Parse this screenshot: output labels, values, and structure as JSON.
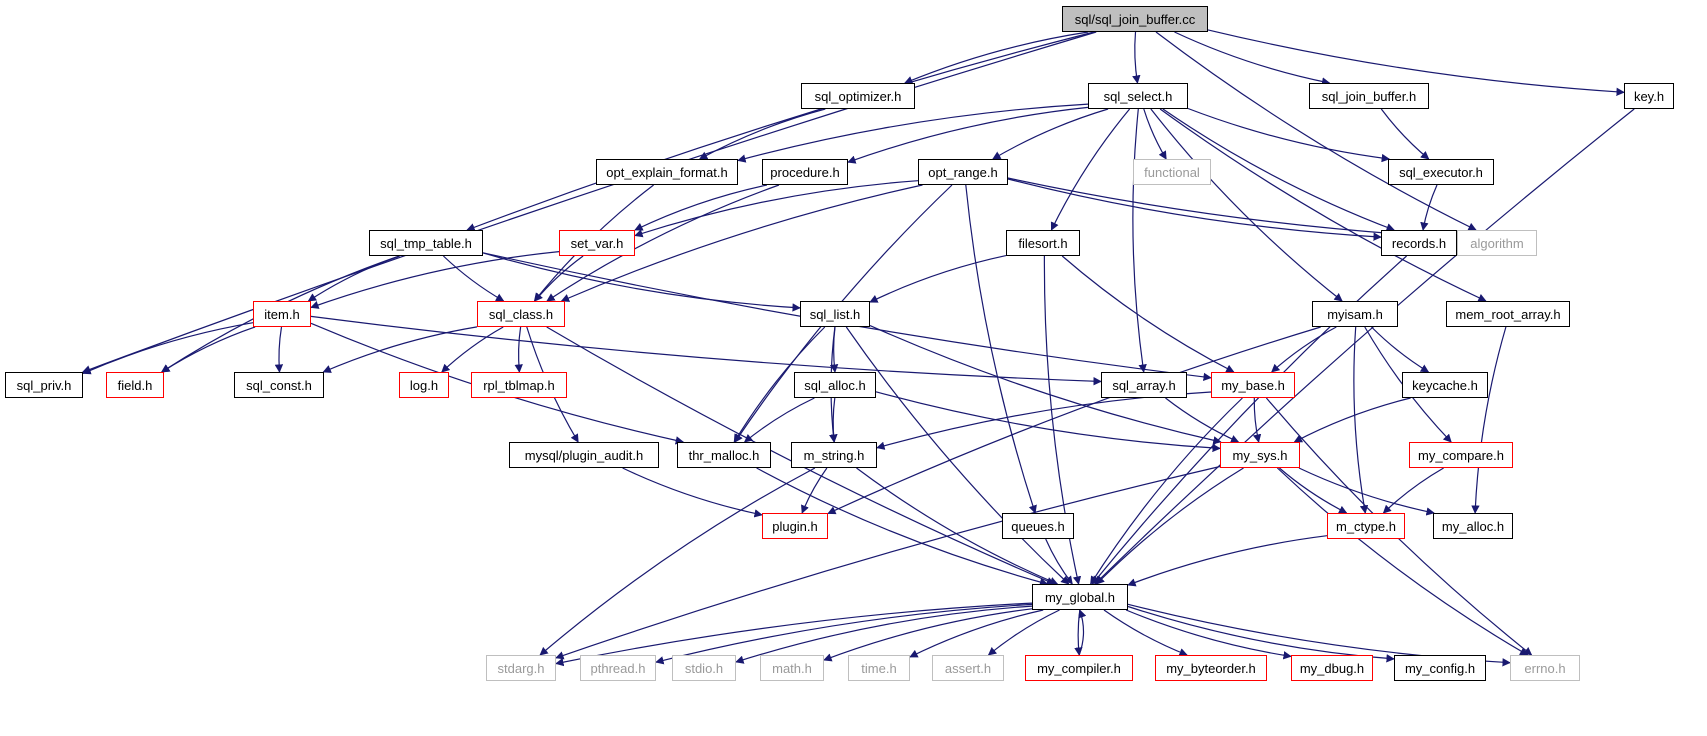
{
  "diagram": {
    "edge_color": "#191970",
    "colors": {
      "normal_border": "#000000",
      "linked_border": "#ff0000",
      "external_border": "#bfbfbf",
      "external_text": "#9a9a9a",
      "root_fill": "#bfbfbf"
    },
    "nodes": {
      "root": "sql/sql_join_buffer.cc",
      "sql_optimizer": "sql_optimizer.h",
      "sql_select": "sql_select.h",
      "sql_join_buffer": "sql_join_buffer.h",
      "key": "key.h",
      "opt_explain_format": "opt_explain_format.h",
      "procedure": "procedure.h",
      "opt_range": "opt_range.h",
      "functional": "functional",
      "sql_executor": "sql_executor.h",
      "sql_tmp_table": "sql_tmp_table.h",
      "set_var": "set_var.h",
      "filesort": "filesort.h",
      "records": "records.h",
      "algorithm": "algorithm",
      "item": "item.h",
      "sql_class": "sql_class.h",
      "sql_list": "sql_list.h",
      "myisam": "myisam.h",
      "mem_root_array": "mem_root_array.h",
      "sql_priv": "sql_priv.h",
      "field": "field.h",
      "sql_const": "sql_const.h",
      "log": "log.h",
      "rpl_tblmap": "rpl_tblmap.h",
      "sql_alloc": "sql_alloc.h",
      "sql_array": "sql_array.h",
      "my_base": "my_base.h",
      "keycache": "keycache.h",
      "mysql_plugin_audit": "mysql/plugin_audit.h",
      "thr_malloc": "thr_malloc.h",
      "m_string": "m_string.h",
      "my_sys": "my_sys.h",
      "my_compare": "my_compare.h",
      "plugin": "plugin.h",
      "queues": "queues.h",
      "m_ctype": "m_ctype.h",
      "my_alloc": "my_alloc.h",
      "my_global": "my_global.h",
      "stdarg": "stdarg.h",
      "pthread": "pthread.h",
      "stdio": "stdio.h",
      "math": "math.h",
      "time": "time.h",
      "assert": "assert.h",
      "my_compiler": "my_compiler.h",
      "my_byteorder": "my_byteorder.h",
      "my_dbug": "my_dbug.h",
      "my_config": "my_config.h",
      "errno": "errno.h"
    },
    "edges": [
      [
        "root",
        "sql_optimizer"
      ],
      [
        "root",
        "sql_select"
      ],
      [
        "root",
        "sql_join_buffer"
      ],
      [
        "root",
        "key"
      ],
      [
        "root",
        "sql_tmp_table"
      ],
      [
        "root",
        "sql_priv"
      ],
      [
        "root",
        "algorithm"
      ],
      [
        "sql_optimizer",
        "opt_explain_format"
      ],
      [
        "sql_select",
        "opt_explain_format"
      ],
      [
        "sql_select",
        "procedure"
      ],
      [
        "sql_select",
        "opt_range"
      ],
      [
        "sql_select",
        "functional"
      ],
      [
        "sql_select",
        "sql_executor"
      ],
      [
        "sql_select",
        "filesort"
      ],
      [
        "sql_select",
        "records"
      ],
      [
        "sql_select",
        "sql_array"
      ],
      [
        "sql_select",
        "myisam"
      ],
      [
        "sql_select",
        "mem_root_array"
      ],
      [
        "sql_join_buffer",
        "sql_executor"
      ],
      [
        "key",
        "my_global"
      ],
      [
        "opt_explain_format",
        "sql_class"
      ],
      [
        "procedure",
        "set_var"
      ],
      [
        "procedure",
        "sql_class"
      ],
      [
        "opt_range",
        "set_var"
      ],
      [
        "opt_range",
        "sql_class"
      ],
      [
        "opt_range",
        "records"
      ],
      [
        "opt_range",
        "algorithm"
      ],
      [
        "opt_range",
        "queues"
      ],
      [
        "opt_range",
        "thr_malloc"
      ],
      [
        "sql_executor",
        "records"
      ],
      [
        "sql_tmp_table",
        "item"
      ],
      [
        "sql_tmp_table",
        "sql_class"
      ],
      [
        "sql_tmp_table",
        "field"
      ],
      [
        "sql_tmp_table",
        "sql_list"
      ],
      [
        "sql_tmp_table",
        "my_base"
      ],
      [
        "set_var",
        "item"
      ],
      [
        "set_var",
        "sql_class"
      ],
      [
        "filesort",
        "sql_list"
      ],
      [
        "filesort",
        "my_base"
      ],
      [
        "filesort",
        "my_global"
      ],
      [
        "records",
        "my_global"
      ],
      [
        "item",
        "sql_priv"
      ],
      [
        "item",
        "field"
      ],
      [
        "item",
        "sql_const"
      ],
      [
        "item",
        "sql_array"
      ],
      [
        "item",
        "thr_malloc"
      ],
      [
        "sql_class",
        "sql_const"
      ],
      [
        "sql_class",
        "log"
      ],
      [
        "sql_class",
        "rpl_tblmap"
      ],
      [
        "sql_class",
        "mysql_plugin_audit"
      ],
      [
        "sql_class",
        "my_global"
      ],
      [
        "sql_list",
        "sql_alloc"
      ],
      [
        "sql_list",
        "thr_malloc"
      ],
      [
        "sql_list",
        "m_string"
      ],
      [
        "sql_list",
        "my_sys"
      ],
      [
        "sql_list",
        "my_global"
      ],
      [
        "myisam",
        "my_base"
      ],
      [
        "myisam",
        "keycache"
      ],
      [
        "myisam",
        "my_compare"
      ],
      [
        "myisam",
        "plugin"
      ],
      [
        "myisam",
        "m_ctype"
      ],
      [
        "mem_root_array",
        "my_alloc"
      ],
      [
        "sql_alloc",
        "thr_malloc"
      ],
      [
        "sql_alloc",
        "m_string"
      ],
      [
        "sql_alloc",
        "my_sys"
      ],
      [
        "sql_array",
        "my_sys"
      ],
      [
        "my_base",
        "my_sys"
      ],
      [
        "my_base",
        "m_string"
      ],
      [
        "my_base",
        "my_global"
      ],
      [
        "my_base",
        "errno"
      ],
      [
        "keycache",
        "my_sys"
      ],
      [
        "mysql_plugin_audit",
        "plugin"
      ],
      [
        "thr_malloc",
        "my_global"
      ],
      [
        "m_string",
        "plugin"
      ],
      [
        "m_string",
        "stdarg"
      ],
      [
        "m_string",
        "my_global"
      ],
      [
        "my_sys",
        "m_ctype"
      ],
      [
        "my_sys",
        "my_alloc"
      ],
      [
        "my_sys",
        "my_global"
      ],
      [
        "my_sys",
        "stdarg"
      ],
      [
        "my_sys",
        "errno"
      ],
      [
        "my_compare",
        "m_ctype"
      ],
      [
        "m_ctype",
        "my_global"
      ],
      [
        "queues",
        "my_global"
      ],
      [
        "my_global",
        "stdarg"
      ],
      [
        "my_global",
        "pthread"
      ],
      [
        "my_global",
        "stdio"
      ],
      [
        "my_global",
        "math"
      ],
      [
        "my_global",
        "time"
      ],
      [
        "my_global",
        "assert"
      ],
      [
        "my_global",
        "my_compiler"
      ],
      [
        "my_global",
        "my_byteorder"
      ],
      [
        "my_global",
        "my_dbug"
      ],
      [
        "my_global",
        "my_config"
      ],
      [
        "my_global",
        "errno"
      ],
      [
        "my_compiler",
        "my_global"
      ]
    ]
  }
}
